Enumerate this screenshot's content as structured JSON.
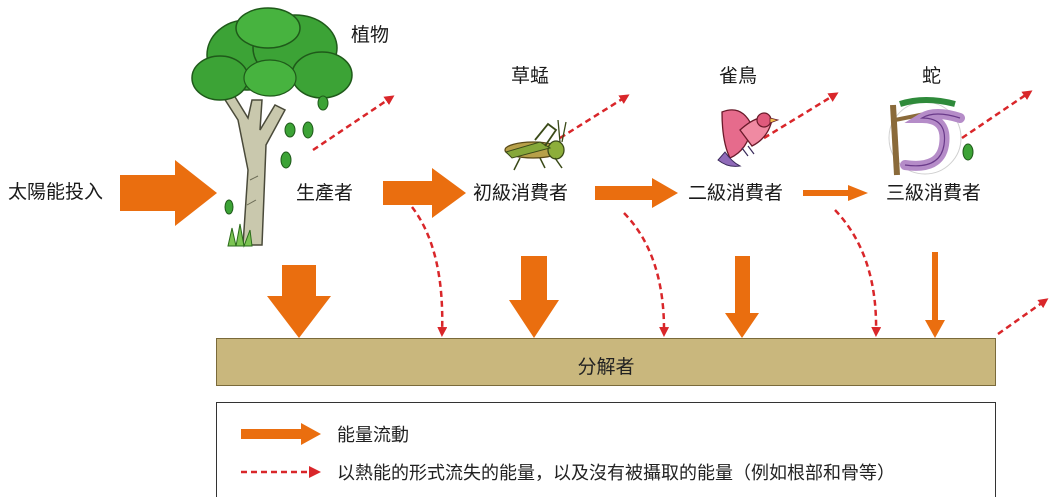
{
  "colors": {
    "energy_arrow": "#ea6e0f",
    "loss_arrow": "#d9262a",
    "decomposer_fill": "#c9b77d",
    "decomposer_border": "#7a6a3a",
    "tree_foliage": "#3ca336",
    "tree_trunk": "#c9c8ad"
  },
  "labels": {
    "solar_input": "太陽能投入",
    "producer": "生產者",
    "primary_consumer": "初級消費者",
    "secondary_consumer": "二級消費者",
    "tertiary_consumer": "三級消費者",
    "plant": "植物",
    "grasshopper": "草蜢",
    "sparrow": "雀鳥",
    "snake": "蛇",
    "decomposer": "分解者"
  },
  "icons": {
    "tree": "tree-icon",
    "grasshopper": "grasshopper-icon",
    "bird": "bird-icon",
    "snake": "snake-icon"
  },
  "legend": {
    "energy_flow": "能量流動",
    "energy_loss": "以熱能的形式流失的能量，以及沒有被攝取的能量（例如根部和骨等）"
  }
}
